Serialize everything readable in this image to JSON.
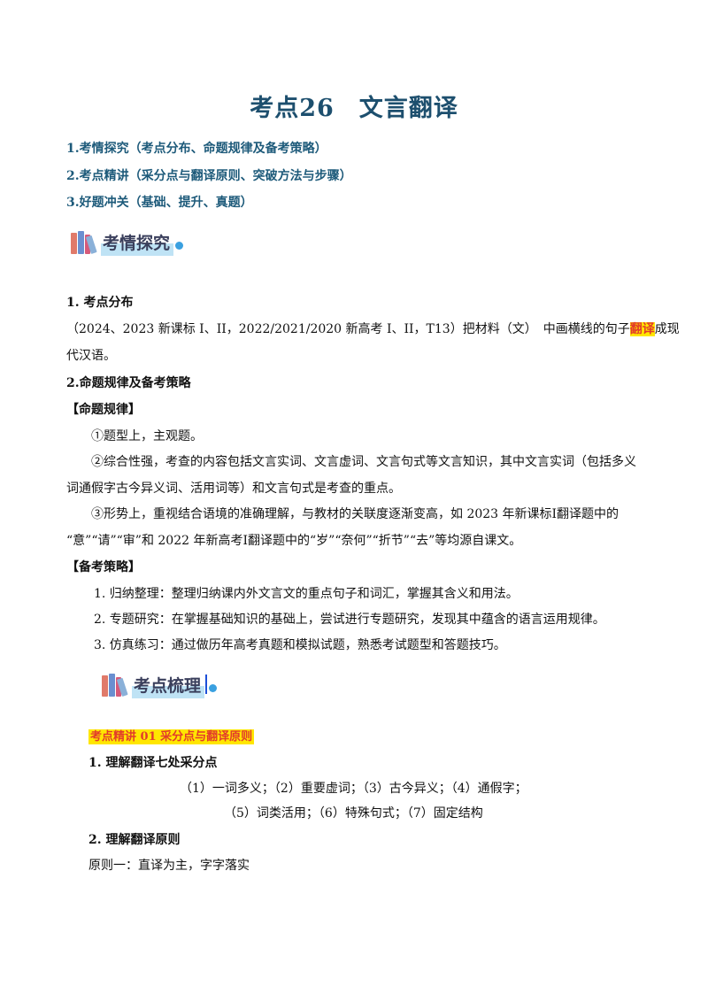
{
  "title": "考点26　文言翻译",
  "toc": [
    "1.考情探究（考点分布、命题规律及备考策略）",
    "2.考点精讲（采分点与翻译原则、突破方法与步骤）",
    "3.好题冲关（基础、提升、真题）"
  ],
  "banner1": {
    "label": "考情探究",
    "icon": "books-icon"
  },
  "banner2": {
    "label": "考点梳理",
    "icon": "books-icon"
  },
  "section1": {
    "heading": "1. 考点分布",
    "text1_part1": "（2024、2023 新课标 I、II，2022/2021/2020 新高考 I、II，T13）把材料（文）　中画横线的句子",
    "text1_highlight": "翻译",
    "text1_part2": "成现",
    "text1_line2": "代汉语。"
  },
  "section2": {
    "heading": "2.命题规律及备考策略",
    "rules_heading": "【命题规律】",
    "rule1": "①题型上，主观题。",
    "rule2_line1": "②综合性强，考查的内容包括文言实词、文言虚词、文言句式等文言知识，其中文言实词（包括多义",
    "rule2_line2": "词通假字古今异义词、活用词等）和文言句式是考查的重点。",
    "rule3_line1": "③形势上，重视结合语境的准确理解，与教材的关联度逐渐变高，如 2023 年新课标Ⅰ翻译题中的",
    "rule3_line2": "“意”“请”“审”和 2022 年新高考Ⅰ翻译题中的“岁”“奈何”“折节”“去”等均源自课文。",
    "strategy_heading": "【备考策略】",
    "strategies": [
      "1.  归纳整理：整理归纳课内外文言文的重点句子和词汇，掌握其含义和用法。",
      "2.  专题研究：在掌握基础知识的基础上，尝试进行专题研究，发现其中蕴含的语言运用规律。",
      "3.  仿真练习：通过做历年高考真题和模拟试题，熟悉考试题型和答题技巧。"
    ]
  },
  "section3": {
    "tag": "考点精讲 01  采分点与翻译原则",
    "sub1": "1. 理解翻译七处采分点",
    "points_line1": "（1）一词多义；（2）重要虚词；（3）古今异义；（4）通假字；",
    "points_line2": "（5）词类活用；（6）特殊句式；（7）固定结构",
    "sub2": "2. 理解翻译原则",
    "principle1": "原则一：直译为主，字字落实"
  },
  "colors": {
    "title": "#1d4f6e",
    "toc": "#1d5a7a",
    "highlight_bg": "#ffe600",
    "highlight_text": "#e23b2b"
  }
}
